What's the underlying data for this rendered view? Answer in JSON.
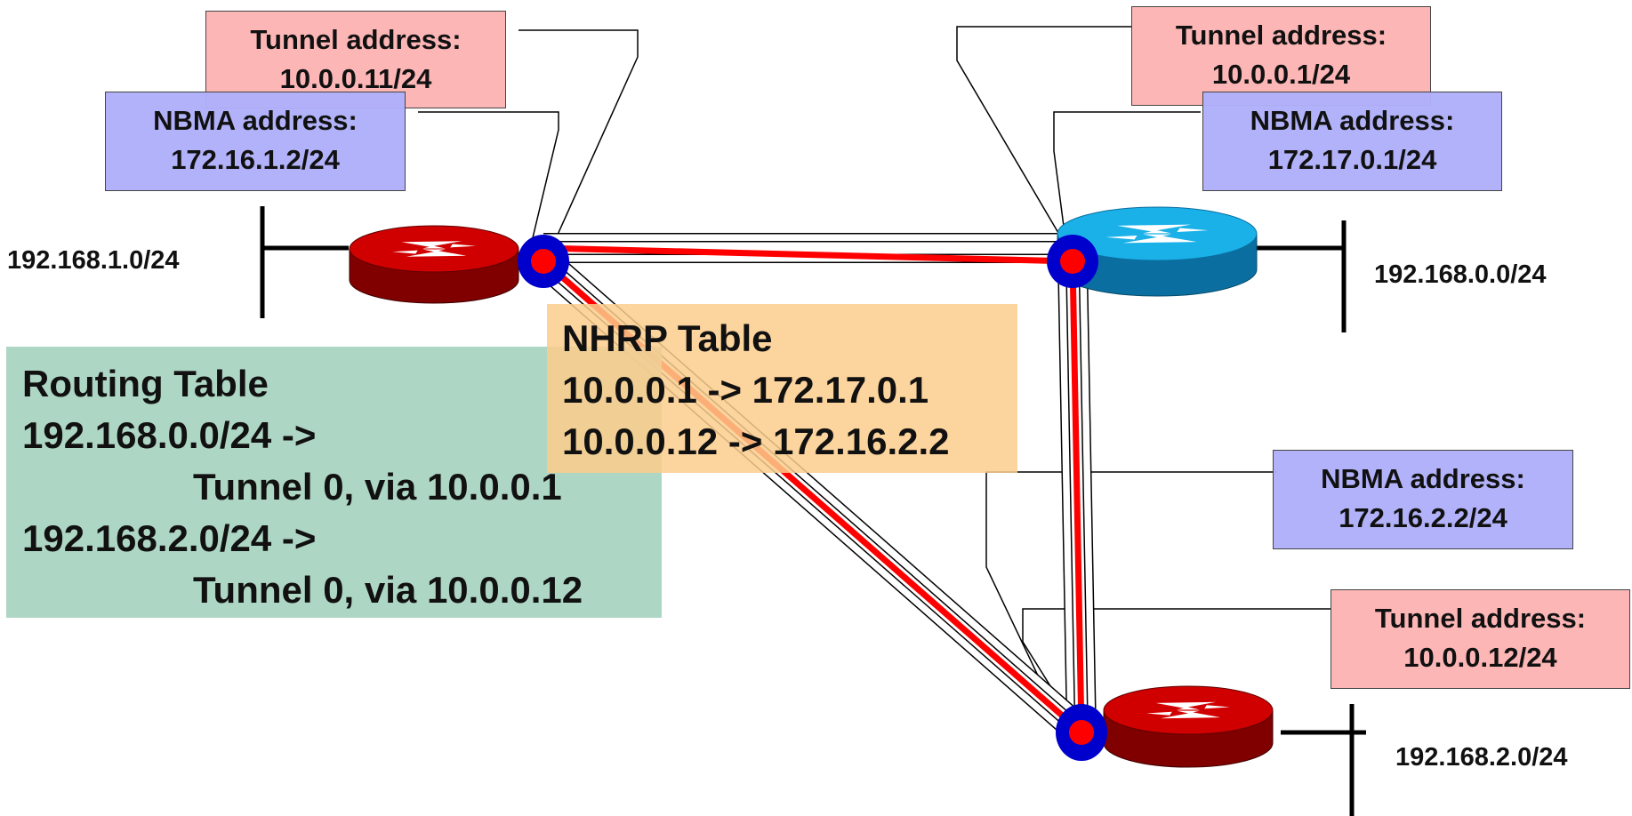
{
  "hub": {
    "tunnel_label": "Tunnel address:",
    "tunnel_value": "10.0.0.1/24",
    "nbma_label": "NBMA address:",
    "nbma_value": "172.17.0.1/24",
    "lan": "192.168.0.0/24"
  },
  "spoke1": {
    "tunnel_label": "Tunnel address:",
    "tunnel_value": "10.0.0.11/24",
    "nbma_label": "NBMA address:",
    "nbma_value": "172.16.1.2/24",
    "lan": "192.168.1.0/24"
  },
  "spoke2": {
    "tunnel_label": "Tunnel address:",
    "tunnel_value": "10.0.0.12/24",
    "nbma_label": "NBMA address:",
    "nbma_value": "172.16.2.2/24",
    "lan": "192.168.2.0/24"
  },
  "routing_table": {
    "title": "Routing Table",
    "entries": [
      {
        "dest": "192.168.0.0/24 ->",
        "via": "Tunnel 0, via 10.0.0.1"
      },
      {
        "dest": "192.168.2.0/24 ->",
        "via": "Tunnel 0, via 10.0.0.12"
      }
    ]
  },
  "nhrp_table": {
    "title": "NHRP Table",
    "entries": [
      "10.0.0.1 -> 172.17.0.1",
      "10.0.0.12 -> 172.16.2.2"
    ]
  },
  "colors": {
    "tunnel_box": "#fdb6b6",
    "nbma_box": "#b0b0fa",
    "spoke_router": "#c40000",
    "hub_router": "#1ab0e8",
    "tunnel_path": "#ff0000",
    "tunnel_endpoint": "#0000cc",
    "routing_table_bg": "#a5d2be",
    "nhrp_table_bg": "#fccd8c"
  },
  "icons": [
    "router-icon",
    "tunnel-endpoint-icon"
  ]
}
